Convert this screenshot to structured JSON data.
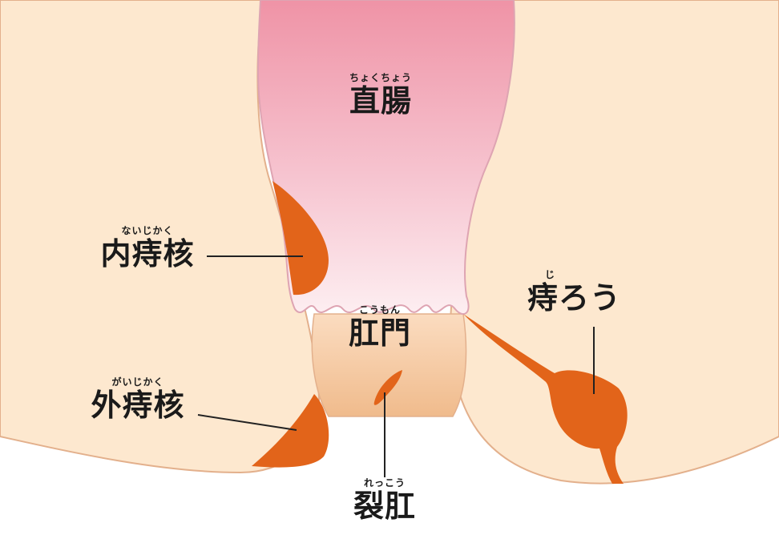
{
  "labels": {
    "rectum": {
      "ruby": "ちょくちょう",
      "text": "直腸"
    },
    "anus": {
      "ruby": "こうもん",
      "text": "肛門"
    },
    "internal_hem": {
      "ruby": "ないじかく",
      "text": "内痔核"
    },
    "external_hem": {
      "ruby": "がいじかく",
      "text": "外痔核"
    },
    "fistula": {
      "ruby": "じ",
      "text": "痔ろう"
    },
    "fissure": {
      "ruby": "れっこう",
      "text": "裂肛"
    }
  },
  "colors": {
    "skin": "#fde8cf",
    "skin_outline": "#e3b08c",
    "rectum_top": "#ef93a6",
    "rectum_bottom": "#fbe1e6",
    "anal_canal": "#f1bf92",
    "lesion": "#e2641a",
    "leader_line": "#222222"
  }
}
